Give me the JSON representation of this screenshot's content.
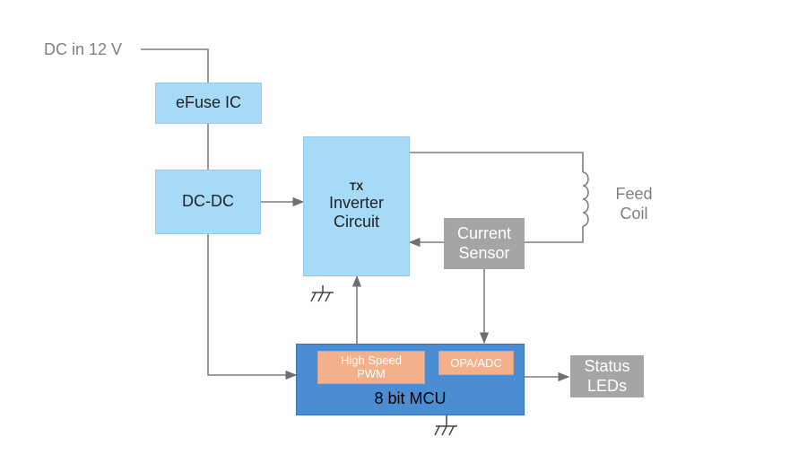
{
  "diagram": {
    "input_label": "DC in 12 V",
    "efuse": "eFuse IC",
    "dcdc": "DC-DC",
    "inverter": {
      "prefix": "TX",
      "line1": "Inverter",
      "line2": "Circuit"
    },
    "feed_coil": {
      "line1": "Feed",
      "line2": "Coil"
    },
    "current_sensor": {
      "line1": "Current",
      "line2": "Sensor"
    },
    "mcu": {
      "label": "8 bit MCU",
      "pwm": {
        "line1": "High Speed",
        "line2": "PWM"
      },
      "adc": "OPA/ADC"
    },
    "status_leds": {
      "line1": "Status",
      "line2": "LEDs"
    },
    "colors": {
      "block_light": "#a7daf7",
      "block_gray": "#a5a5a5",
      "mcu": "#4b8dd3",
      "sub_block": "#f3b08a",
      "wire": "#7f7f7f"
    }
  }
}
